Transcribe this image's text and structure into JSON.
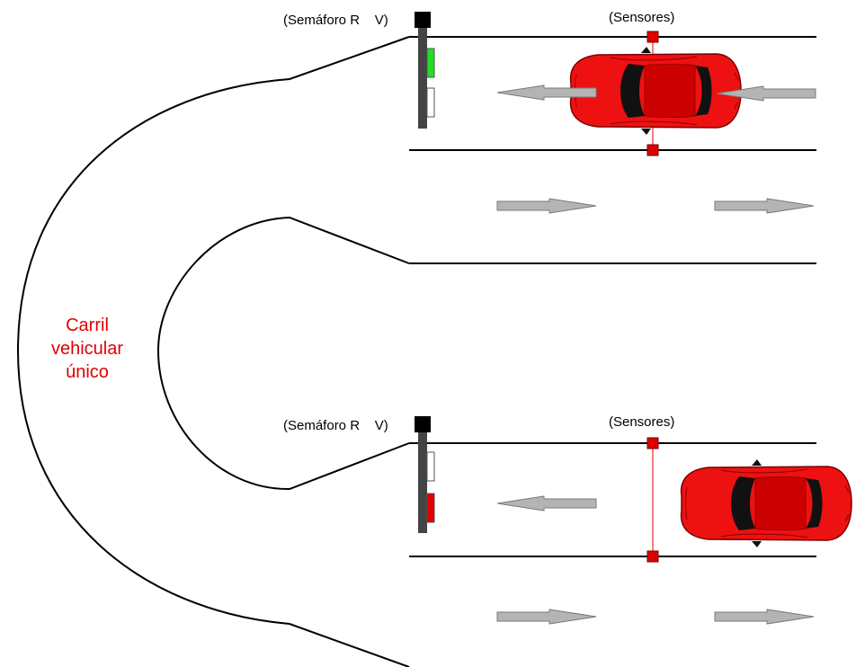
{
  "top_section": {
    "traffic_light_label": "(Semáforo R    V)",
    "sensors_label": "(Sensores)",
    "light_state": "green"
  },
  "bottom_section": {
    "traffic_light_label": "(Semáforo R    V)",
    "sensors_label": "(Sensores)",
    "light_state": "red"
  },
  "lane_label": {
    "line1": "Carril",
    "line2": "vehicular",
    "line3": "único"
  },
  "colors": {
    "road_line": "#000000",
    "sensor": "#e00000",
    "car_body": "#ee1111",
    "arrow_fill": "#b4b4b4",
    "light_green": "#22dd22",
    "light_red": "#e00000",
    "lane_label": "#e00000"
  }
}
